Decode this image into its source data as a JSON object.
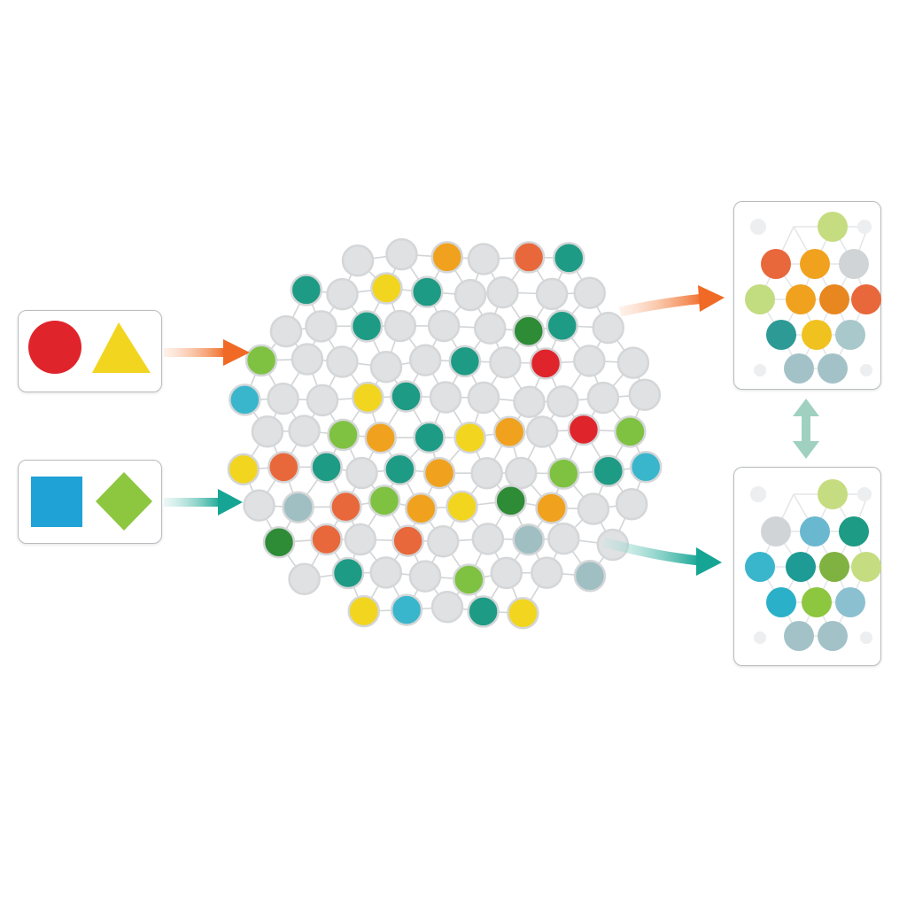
{
  "inputs": [
    {
      "shapes": [
        {
          "shape": "circle",
          "color": "#e0242b"
        },
        {
          "shape": "triangle",
          "color": "#f2d51f"
        }
      ]
    },
    {
      "shapes": [
        {
          "shape": "square",
          "color": "#1fa2d6"
        },
        {
          "shape": "diamond",
          "color": "#8dc63f"
        }
      ]
    }
  ],
  "arrow_colors": {
    "orange": "#f06a25",
    "teal": "#16a594"
  },
  "network": {
    "node_stroke": "#d4d6d8",
    "edge_color": "#d2d4d6",
    "node_palette": [
      "#9fbfc2",
      "#3ab6cc",
      "#2e8b36",
      "#f0a21f",
      "#e0242b",
      "#f2d51f",
      "#7fc241",
      "#e8683b",
      "#1e9b84",
      "#dfe1e3",
      "#8aa8ad"
    ]
  },
  "outputs": [
    {
      "colors": [
        "#e6e8ea",
        "#c5dc80",
        "#9c4a2a",
        "#e8683b",
        "#f0a21f",
        "#d0d4d6",
        "#c2dc80",
        "#f0a21f",
        "#e8861f",
        "#e8683b",
        "#2e9a96",
        "#f0c21f",
        "#a8c8cb",
        "#a3c2c8",
        "#a3c2c8"
      ]
    },
    {
      "colors": [
        "#e6e8ea",
        "#c5dc80",
        "#2e8b36",
        "#d0d4d6",
        "#6ab7d0",
        "#1e9b84",
        "#3ab6cc",
        "#1e9b94",
        "#7fb241",
        "#c5dc80",
        "#2ab0c8",
        "#8dc63f",
        "#8ac0d0",
        "#a3c2c8",
        "#a3c2c8"
      ]
    }
  ],
  "connector": {
    "type": "bidirectional",
    "color": "#9fd0c0"
  }
}
